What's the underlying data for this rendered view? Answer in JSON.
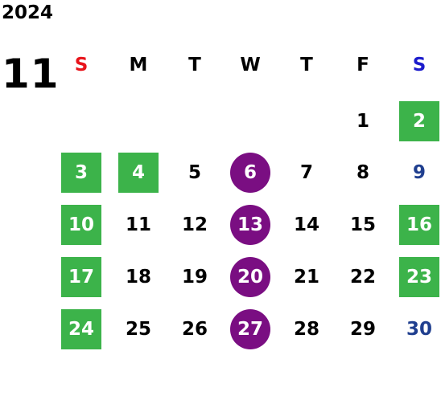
{
  "year": "2024",
  "month": "11",
  "weekdays": [
    {
      "label": "S",
      "kind": "sunday"
    },
    {
      "label": "M",
      "kind": "weekday"
    },
    {
      "label": "T",
      "kind": "weekday"
    },
    {
      "label": "W",
      "kind": "weekday"
    },
    {
      "label": "T",
      "kind": "weekday"
    },
    {
      "label": "F",
      "kind": "weekday"
    },
    {
      "label": "S",
      "kind": "saturday"
    }
  ],
  "colors": {
    "sunday_header": "#e8141b",
    "saturday_header": "#1c1ccc",
    "saturday_date": "#203f8f",
    "holiday_fill": "#3cb34a",
    "closed_fill": "#7a0e82"
  },
  "days": [
    {
      "label": "1",
      "type": "normal"
    },
    {
      "label": "2",
      "type": "holiday"
    },
    {
      "label": "3",
      "type": "holiday"
    },
    {
      "label": "4",
      "type": "holiday"
    },
    {
      "label": "5",
      "type": "normal"
    },
    {
      "label": "6",
      "type": "closed"
    },
    {
      "label": "7",
      "type": "normal"
    },
    {
      "label": "8",
      "type": "normal"
    },
    {
      "label": "9",
      "type": "saturday"
    },
    {
      "label": "10",
      "type": "holiday"
    },
    {
      "label": "11",
      "type": "normal"
    },
    {
      "label": "12",
      "type": "normal"
    },
    {
      "label": "13",
      "type": "closed"
    },
    {
      "label": "14",
      "type": "normal"
    },
    {
      "label": "15",
      "type": "normal"
    },
    {
      "label": "16",
      "type": "holiday"
    },
    {
      "label": "17",
      "type": "holiday"
    },
    {
      "label": "18",
      "type": "normal"
    },
    {
      "label": "19",
      "type": "normal"
    },
    {
      "label": "20",
      "type": "closed"
    },
    {
      "label": "21",
      "type": "normal"
    },
    {
      "label": "22",
      "type": "normal"
    },
    {
      "label": "23",
      "type": "holiday"
    },
    {
      "label": "24",
      "type": "holiday"
    },
    {
      "label": "25",
      "type": "normal"
    },
    {
      "label": "26",
      "type": "normal"
    },
    {
      "label": "27",
      "type": "closed"
    },
    {
      "label": "28",
      "type": "normal"
    },
    {
      "label": "29",
      "type": "normal"
    },
    {
      "label": "30",
      "type": "saturday"
    }
  ]
}
